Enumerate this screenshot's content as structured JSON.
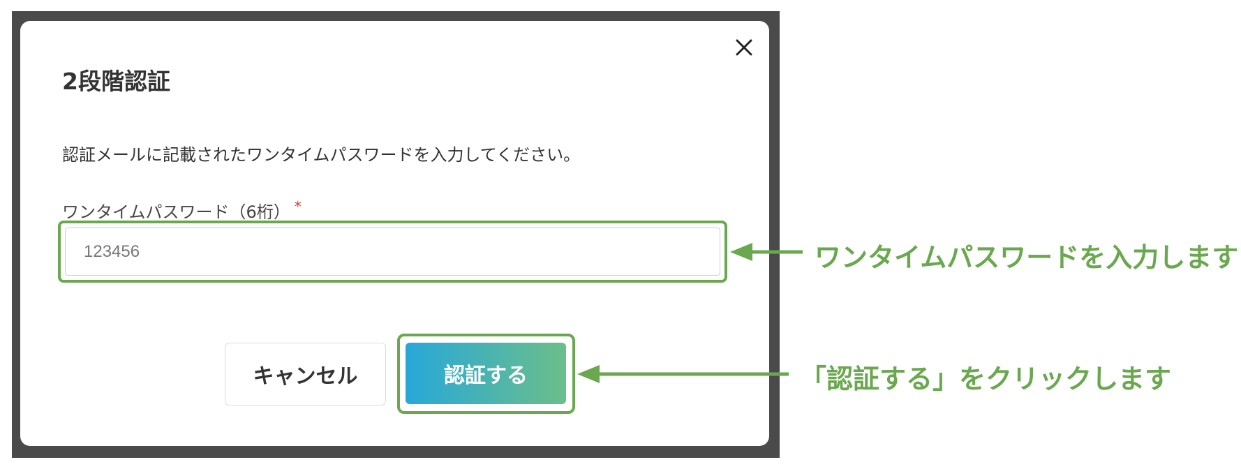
{
  "modal": {
    "title": "2段階認証",
    "description": "認証メールに記載されたワンタイムパスワードを入力してください。",
    "field_label": "ワンタイムパスワード（6桁）",
    "required_mark": "*",
    "input_placeholder": "123456",
    "input_value": "",
    "cancel_label": "キャンセル",
    "submit_label": "認証する",
    "close_icon": "close-icon"
  },
  "annotations": {
    "input_note": "ワンタイムパスワードを入力します",
    "submit_note": "「認証する」をクリックします"
  },
  "colors": {
    "overlay": "#4a4a4a",
    "highlight": "#6aa84f",
    "submit_gradient_start": "#27a8d9",
    "submit_gradient_end": "#6cbe8a",
    "required": "#e03a3a"
  }
}
